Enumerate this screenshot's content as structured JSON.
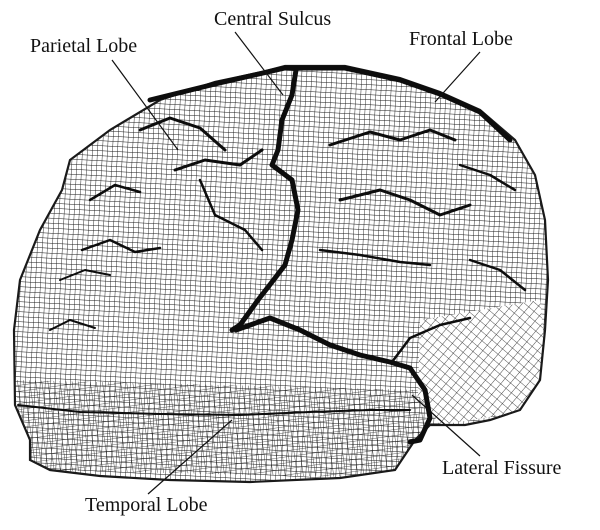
{
  "labels": {
    "central_sulcus": "Central Sulcus",
    "parietal_lobe": "Parietal Lobe",
    "frontal_lobe": "Frontal Lobe",
    "lateral_fissure": "Lateral Fissure",
    "temporal_lobe": "Temporal Lobe"
  },
  "colors": {
    "mesh_line": "#1a1a1a",
    "sulcus_dark": "#0d0d0d",
    "background": "#ffffff",
    "text": "#111111"
  }
}
